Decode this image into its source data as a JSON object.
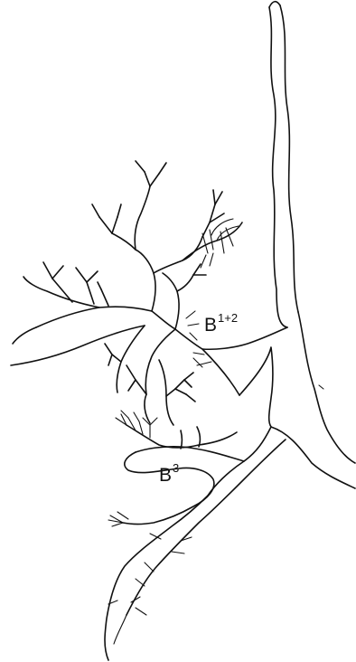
{
  "labels": {
    "b12_main": "B",
    "b12_sup": "1+2",
    "b3_main": "B",
    "b3_sup": "3"
  },
  "colors": {
    "ink": "#111111",
    "paper": "#ffffff"
  }
}
